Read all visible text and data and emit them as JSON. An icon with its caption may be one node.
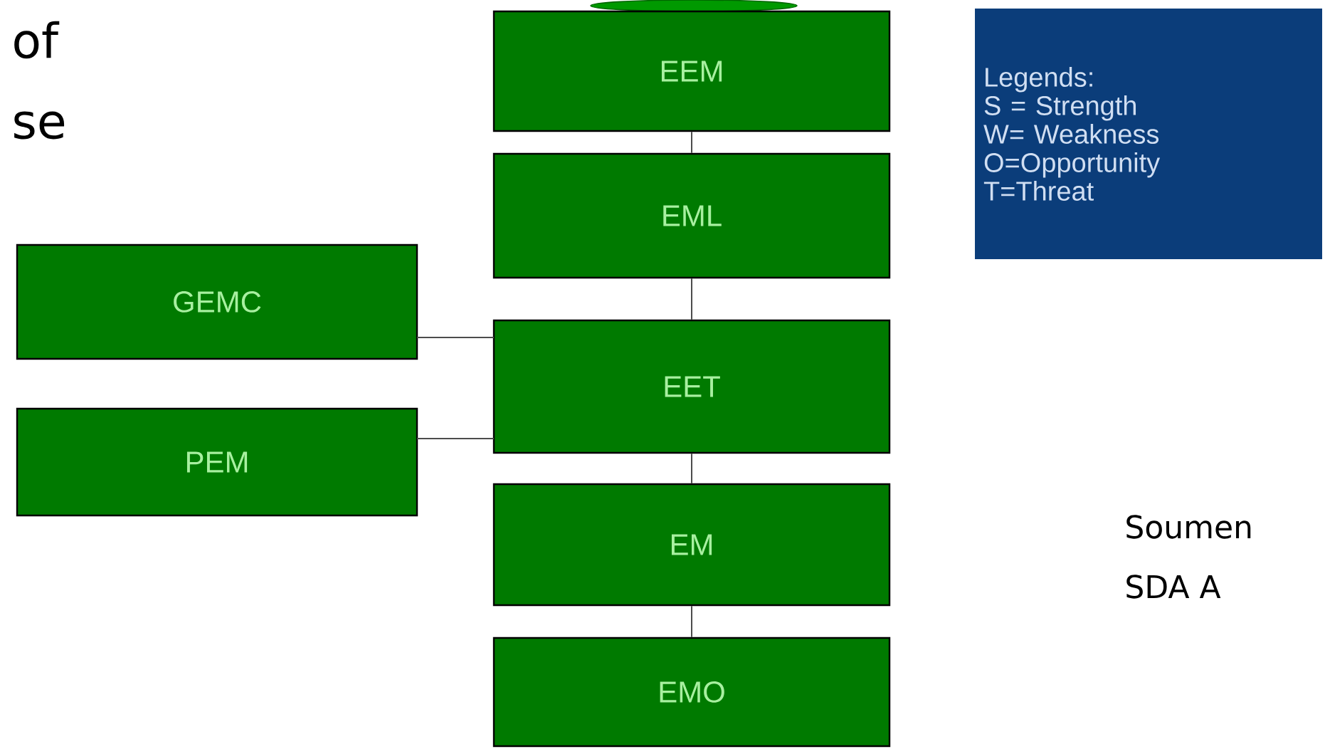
{
  "diagram": {
    "nodes": [
      {
        "text": [],
        "shape": "ellipse"
      },
      {
        "text": [
          "EEM"
        ]
      },
      {
        "text": [
          "EML"
        ]
      },
      {
        "text": [
          "GEMC"
        ]
      },
      {
        "text": [
          "EET"
        ]
      },
      {
        "text": [
          "PEM"
        ]
      },
      {
        "text": [
          "EM"
        ]
      },
      {
        "text": [
          "EMO"
        ]
      },
      {
        "text": [
          "Legends:",
          "S = Strength",
          "W= Weakness",
          "O=Opportunity",
          "T=Threat"
        ]
      }
    ],
    "edges": [
      {
        "from": 1,
        "to": 2,
        "arrow": "none"
      },
      {
        "from": 2,
        "to": 4,
        "arrow": "none"
      },
      {
        "from": 3,
        "to": 4,
        "arrow": "none"
      },
      {
        "from": 5,
        "to": 4,
        "arrow": "none"
      },
      {
        "from": 4,
        "to": 6,
        "arrow": "none"
      },
      {
        "from": 6,
        "to": 7,
        "arrow": "none"
      }
    ],
    "labels": [
      "of",
      "se",
      "Soumen",
      "SDA A"
    ]
  }
}
